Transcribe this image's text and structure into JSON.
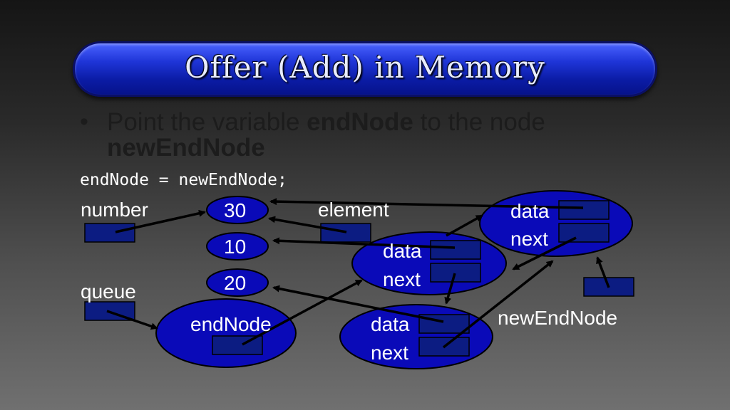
{
  "title": "Offer (Add) in Memory",
  "bullet": {
    "prefix": "Point the variable ",
    "bold1": "endNode",
    "middle": " to the node",
    "bold2": "newEndNode"
  },
  "code": "endNode = newEndNode;",
  "labels": {
    "number": "number",
    "element": "element",
    "queue": "queue",
    "endNode": "endNode",
    "newEndNode": "newEndNode",
    "data": "data",
    "next": "next"
  },
  "values": {
    "v30": "30",
    "v10": "10",
    "v20": "20"
  },
  "colors": {
    "node_fill": "#0a0ab8",
    "box_fill": "#0c1c82",
    "text": "#ffffff",
    "arrow": "#000000"
  }
}
